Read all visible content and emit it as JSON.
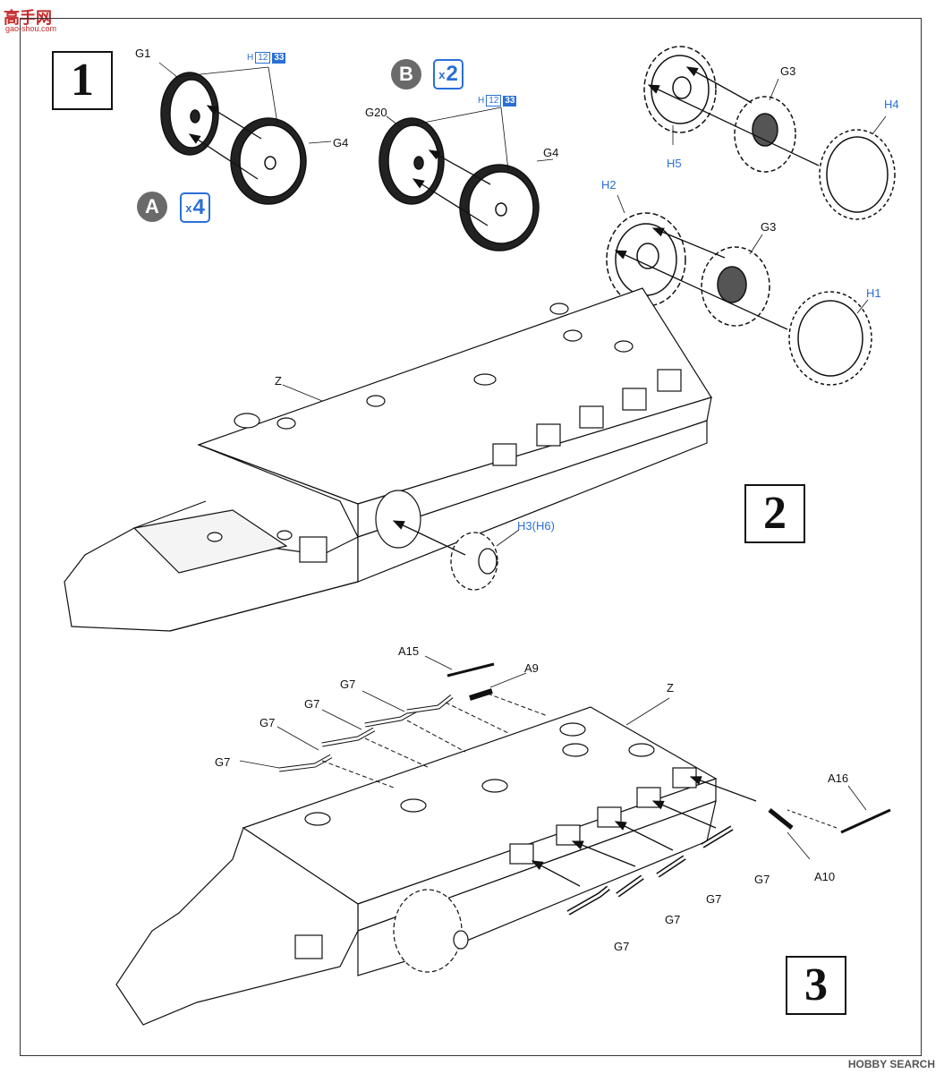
{
  "watermark": {
    "top_main": "高手网",
    "top_sub": "gao-shou.com",
    "bottom": "HOBBY SEARCH"
  },
  "steps": {
    "s1": "1",
    "s2": "2",
    "s3": "3"
  },
  "badges": {
    "a_letter": "A",
    "a_qty": "4",
    "b_letter": "B",
    "b_qty": "2",
    "qty_prefix": "x"
  },
  "refs": {
    "ref_letter": "H",
    "ref_num": "12",
    "ref_page": "33"
  },
  "labels": {
    "G1": "G1",
    "G4a": "G4",
    "G20": "G20",
    "G4b": "G4",
    "G3a": "G3",
    "H4": "H4",
    "H5": "H5",
    "H2": "H2",
    "G3b": "G3",
    "H1": "H1",
    "Za": "Z",
    "H3H6": "H3(H6)",
    "A15": "A15",
    "A9": "A9",
    "Zb": "Z",
    "G7a": "G7",
    "G7b": "G7",
    "G7c": "G7",
    "G7d": "G7",
    "A16": "A16",
    "A10": "A10",
    "G7e": "G7",
    "G7f": "G7",
    "G7g": "G7",
    "G7h": "G7"
  },
  "colors": {
    "accent_blue": "#2a6fd6",
    "badge_grey": "#6a6a6a"
  }
}
